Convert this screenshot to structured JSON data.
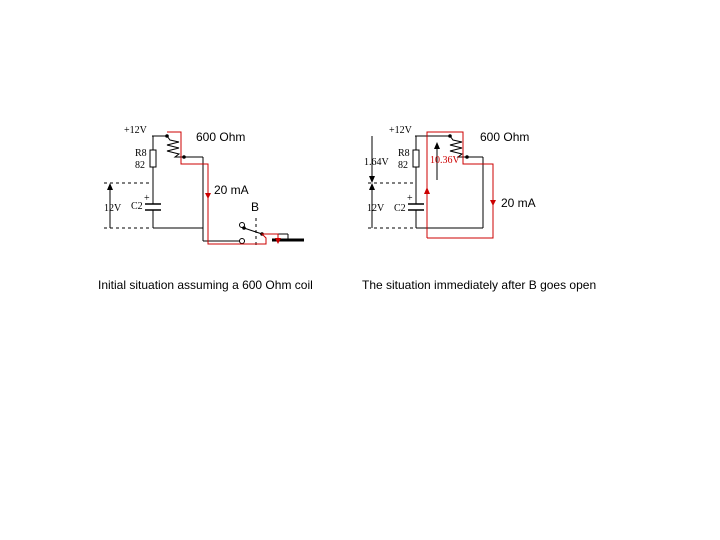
{
  "left": {
    "supply_label": "+12V",
    "coil_label": "600 Ohm",
    "resistor_name": "R8",
    "resistor_value": "82",
    "current_label": "20 mA",
    "switch_label": "B",
    "voltage_label": "12V",
    "cap_plus": "+",
    "cap_label": "C2",
    "caption": "Initial situation assuming a 600 Ohm coil"
  },
  "right": {
    "supply_label": "+12V",
    "coil_label": "600 Ohm",
    "resistor_name": "R8",
    "resistor_value": "82",
    "left_voltage": "1.64V",
    "coil_voltage": "10.36V",
    "current_label": "20 mA",
    "voltage_label": "12V",
    "cap_plus": "+",
    "cap_label": "C2",
    "caption": "The situation immediately after B goes open"
  },
  "colors": {
    "wire": "#000000",
    "current": "#cc0000"
  }
}
